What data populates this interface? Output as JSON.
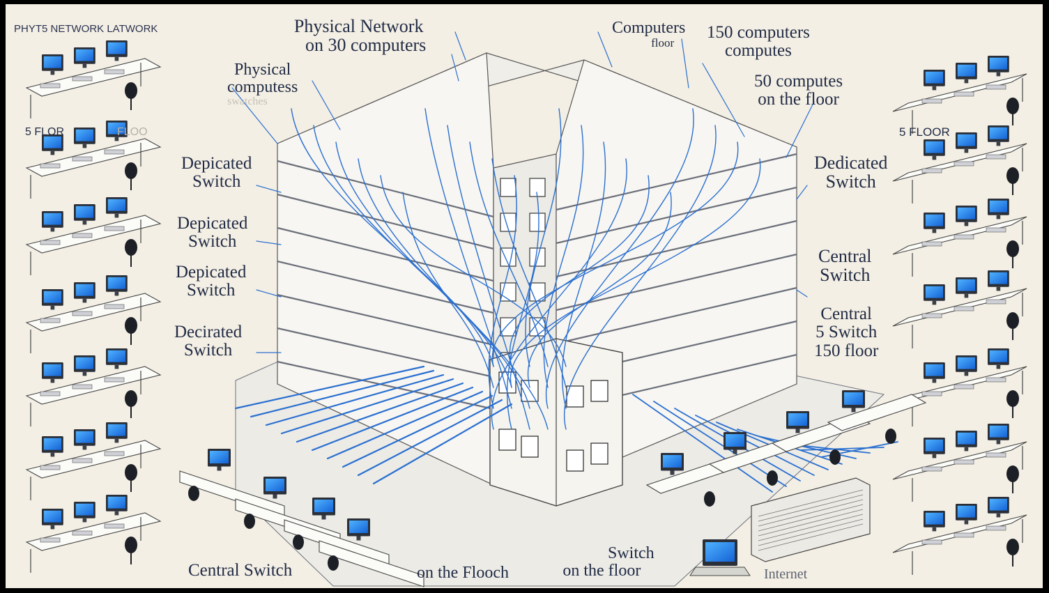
{
  "header": {
    "title": "PHYT5 NETWORK LATWORK"
  },
  "floor_labels": {
    "left_main": "5 FLOR",
    "left_faint": "FLOO",
    "right": "5 FLOOR"
  },
  "labels": {
    "physical_network": [
      "Physical Network",
      "on 30 computers"
    ],
    "physical_computess": [
      "Physical",
      "computess"
    ],
    "faint_swatches": "swatches",
    "computers_floor": [
      "Computers",
      "floor"
    ],
    "computers_150": [
      "150 computers",
      "computes"
    ],
    "computes_50": [
      "50 computes",
      "on the floor"
    ],
    "dedicated_left_1": [
      "Depicated",
      "Switch"
    ],
    "dedicated_left_2": [
      "Depicated",
      "Switch"
    ],
    "dedicated_left_3": [
      "Depicated",
      "Switch"
    ],
    "dedicated_left_4": [
      "Decirated",
      "Switch"
    ],
    "dedicated_right": [
      "Dedicated",
      "Switch"
    ],
    "central_right_1": [
      "Central",
      "Switch"
    ],
    "central_right_2": [
      "Central",
      "5 Switch",
      "150 floor"
    ],
    "central_bottom": "Central Switch",
    "on_the_flooch": "on the Flooch",
    "switch_floor": [
      "Switch",
      "on the floor"
    ],
    "internet": "Internet"
  },
  "colors": {
    "background": "#f4efe4",
    "cable": "#2a6fd0",
    "screen": "#1f86e8",
    "ink": "#1f2a44",
    "building": "#f7f6f2"
  }
}
